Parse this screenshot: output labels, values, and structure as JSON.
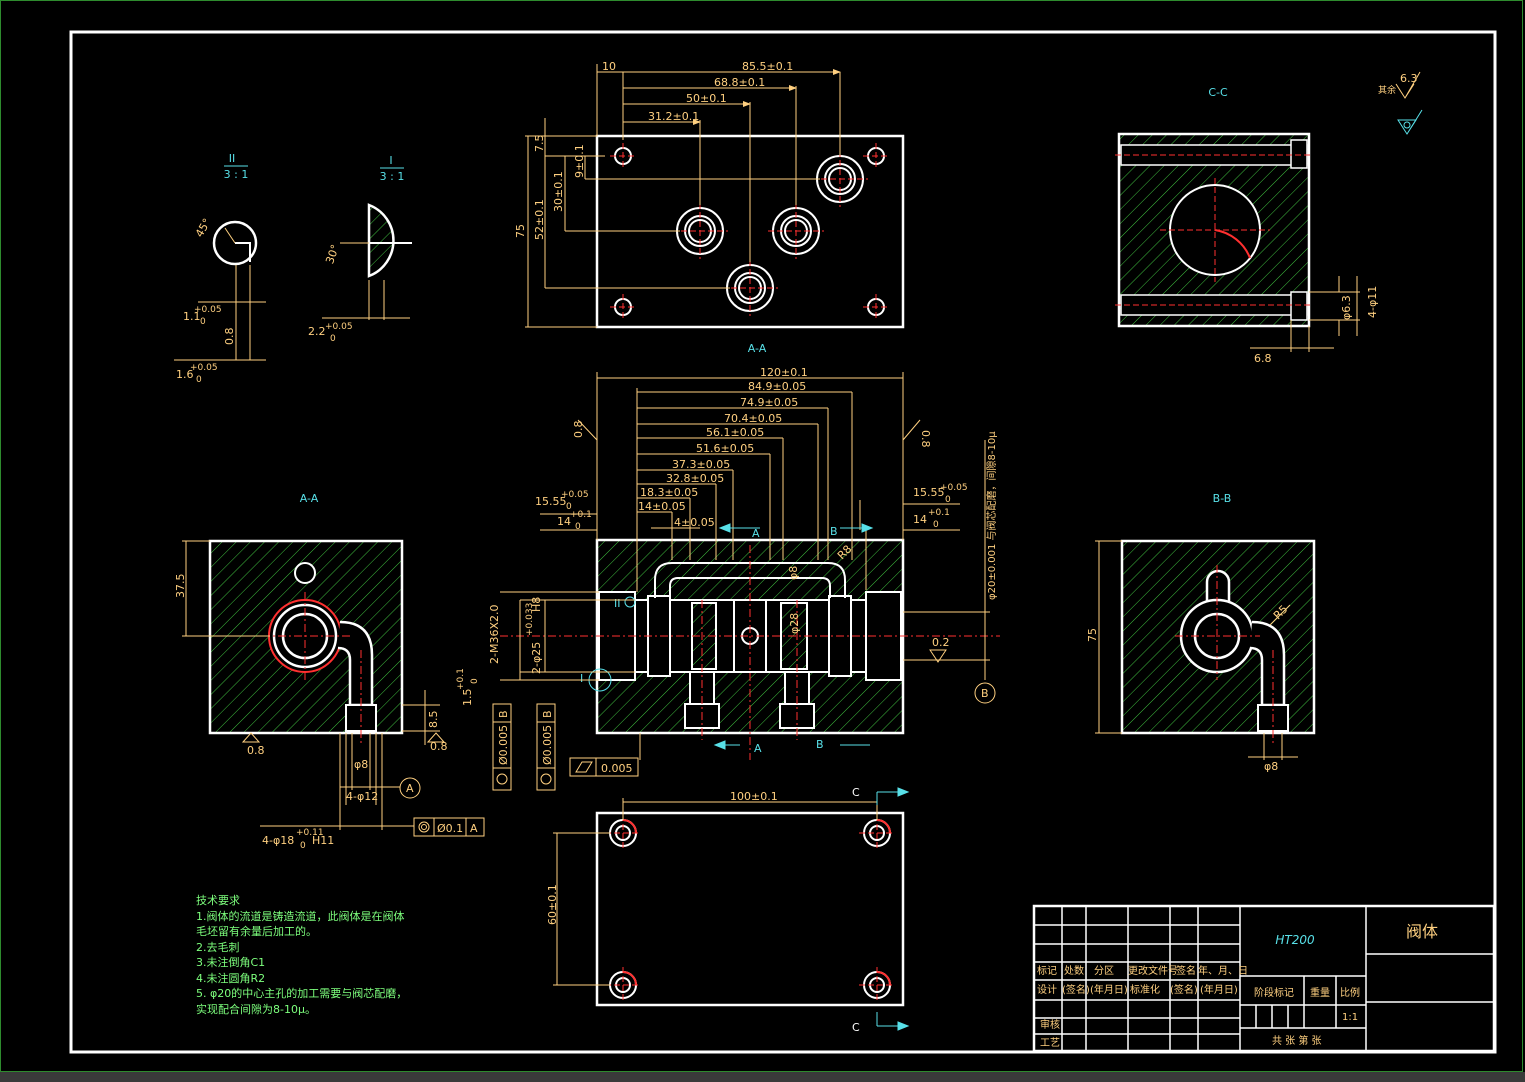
{
  "drawing": {
    "views": {
      "section_aa_left": "A-A",
      "section_aa_center": "A-A",
      "section_bb": "B-B",
      "section_cc": "C-C",
      "detail_ii_num": "II",
      "detail_ii_scale": "3 : 1",
      "detail_i_num": "I",
      "detail_i_scale": "3 : 1"
    },
    "detail_dims": {
      "angle45": "45°",
      "d_1_1": "1.1",
      "tol_plus_a": "+0.05",
      "tol_zero_a": "0",
      "d_0_8": "0.8",
      "d_1_6": "1.6",
      "angle30": "30°",
      "d_2_2": "2.2"
    },
    "top_view_dims": {
      "d10": "10",
      "d85_5": "85.5±0.1",
      "d68_8": "68.8±0.1",
      "d50": "50±0.1",
      "d31_2": "31.2±0.1",
      "d7_5": "7.5",
      "d9": "9±0.1",
      "d30": "30±0.1",
      "d52": "52±0.1",
      "d75": "75"
    },
    "cc_dims": {
      "d6_3": "φ6.3",
      "d4_11": "4-φ11",
      "d6_8": "6.8",
      "surface_roughness": "6.3",
      "rest_label": "其余"
    },
    "front_dims": {
      "d120": "120±0.1",
      "d84_9": "84.9±0.05",
      "d74_9": "74.9±0.05",
      "d70_4": "70.4±0.05",
      "d56_1": "56.1±0.05",
      "d51_6": "51.6±0.05",
      "d37_3": "37.3±0.05",
      "d32_8": "32.8±0.05",
      "d18_3": "18.3±0.05",
      "d14a": "14±0.05",
      "d4": "4±0.05",
      "d15_55_l": "15.55",
      "d14_l": "14",
      "d15_55_r": "15.55",
      "d14_r": "14",
      "tol_p005": "+0.05",
      "tol_p01": "+0.1",
      "tol_0": "0",
      "d0_8a": "0.8",
      "d0_8b": "0.8",
      "d0_2": "0.2",
      "phi8": "φ8",
      "phi28": "φ28",
      "r8": "R8",
      "thread": "2-M36X2.0",
      "bore": "2-φ25",
      "bore_tol": "+0.033",
      "bore_fit": "H8",
      "d1_5": "1.5",
      "phi20_note": "φ20±0.001 与阀芯配磨，间隙8-10μ",
      "marker_i": "I",
      "marker_ii": "II",
      "datum_b": "B",
      "sec_a": "A",
      "sec_b": "B"
    },
    "left_dims": {
      "d37_5": "37.5",
      "d8_5": "8.5",
      "d0_8a": "0.8",
      "d0_8b": "0.8",
      "phi8": "φ8",
      "d4_12": "4-φ12",
      "d4_18": "4-φ18",
      "tol_011": "+0.11",
      "tol_0": "0",
      "fit": "H11",
      "datum_a": "A"
    },
    "gdt": {
      "coax1_val": "Ø0.005",
      "coax1_datum": "B",
      "coax2_val": "Ø0.005",
      "coax2_datum": "B",
      "flat_val": "0.005",
      "coax3_val": "Ø0.1",
      "coax3_datum": "A"
    },
    "bb_dims": {
      "d75": "75",
      "phi8": "φ8",
      "r5": "R5"
    },
    "bottom_dims": {
      "d100": "100±0.1",
      "d60": "60±0.1",
      "sec_c": "C"
    },
    "notes": {
      "title": "技术要求",
      "line1": "1.阀体的流道是铸造流道，此阀体是在阀体",
      "line2": "毛坯留有余量后加工的。",
      "line3": "2.去毛刺",
      "line4": "3.未注倒角C1",
      "line5": "4.未注圆角R2",
      "line6": "5. φ20的中心主孔的加工需要与阀芯配磨，",
      "line7": "实现配合间隙为8-10μ。"
    },
    "title_block": {
      "material": "HT200",
      "part_name": "阀体",
      "row1": [
        "标记",
        "处数",
        "分区",
        "更改文件号",
        "签名",
        "年、月、日"
      ],
      "row2": [
        "设计",
        "(签名)",
        "(年月日)",
        "标准化",
        "(签名)",
        "(年月日)"
      ],
      "stage": "阶段标记",
      "weight": "重量",
      "scale_label": "比例",
      "scale": "1:1",
      "review": "审核",
      "process": "工艺",
      "sheets": "共    张  第    张"
    }
  },
  "colors": {
    "background": "#000000",
    "outline": "#ffffff",
    "dimension": "#ffd080",
    "hatch": "#3fbf3f",
    "center": "#ff3030",
    "cyan": "#58e0e8",
    "notes": "#7dff7d"
  }
}
